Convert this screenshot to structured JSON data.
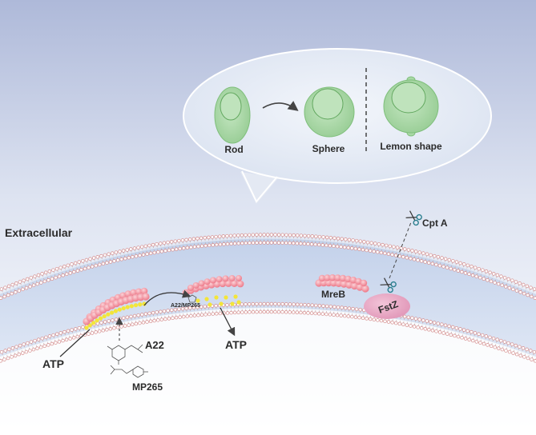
{
  "bubble": {
    "shapes": [
      {
        "label": "Rod"
      },
      {
        "label": "Sphere"
      },
      {
        "label": "Lemon shape"
      }
    ]
  },
  "labels": {
    "extracellular": "Extracellular",
    "cpt_a": "Cpt A",
    "mreb": "MreB",
    "fstz": "FstZ",
    "a22_mp265": "A22/MP265",
    "atp_left": "ATP",
    "atp_right": "ATP",
    "a22": "A22",
    "mp265": "MP265"
  },
  "colors": {
    "background_top": "#b9c3df",
    "cell_interior": "#cdd9ee",
    "bubble_fill": "#e9eef7",
    "cell_shape_fill": "#a9d8a6",
    "mreb_pink": "#f08a96",
    "atp_yellow": "#f3e53a",
    "fstz_fill": "#e7a8c4"
  }
}
